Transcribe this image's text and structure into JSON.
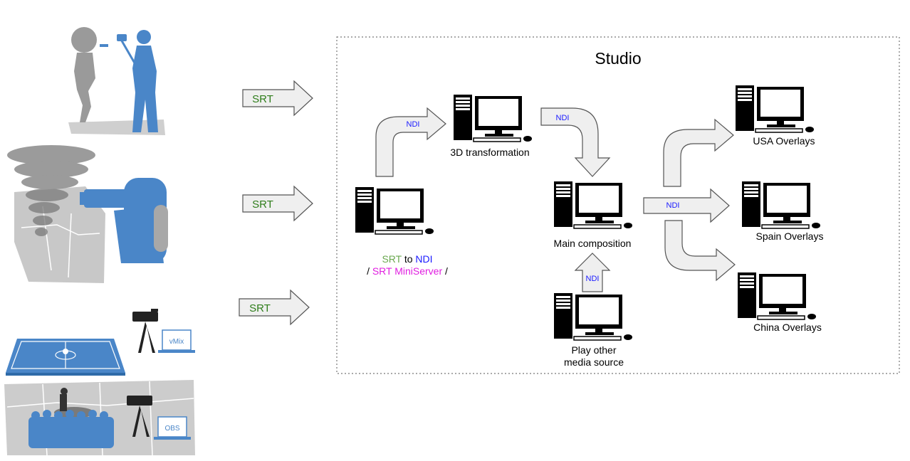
{
  "studio": {
    "title": "Studio"
  },
  "inputs": {
    "srt_arrows": [
      "SRT",
      "SRT",
      "SRT"
    ],
    "software_labels": {
      "vmix": "vMix",
      "obs": "OBS"
    }
  },
  "nodes": {
    "gateway": {
      "part1": "SRT",
      "part2": " to ",
      "part3": "NDI",
      "line2_a": "/ ",
      "line2_b": "SRT MiniServer",
      "line2_c": " /"
    },
    "transform": {
      "label": "3D transformation"
    },
    "main": {
      "label": "Main composition"
    },
    "media": {
      "line1": "Play other",
      "line2": "media source"
    },
    "usa": {
      "label": "USA Overlays"
    },
    "spain": {
      "label": "Spain Overlays"
    },
    "china": {
      "label": "China Overlays"
    }
  },
  "ndi_labels": {
    "to_transform": "NDI",
    "from_transform": "NDI",
    "from_media": "NDI",
    "to_overlays": "NDI"
  },
  "colors": {
    "srt_green": "#2e7d1a",
    "srt_light_green": "#6aa84f",
    "ndi_blue": "#1a1aff",
    "miniserver_magenta": "#e01ee0",
    "silhouette_blue": "#4a86c8",
    "arrow_fill": "#efefef"
  }
}
